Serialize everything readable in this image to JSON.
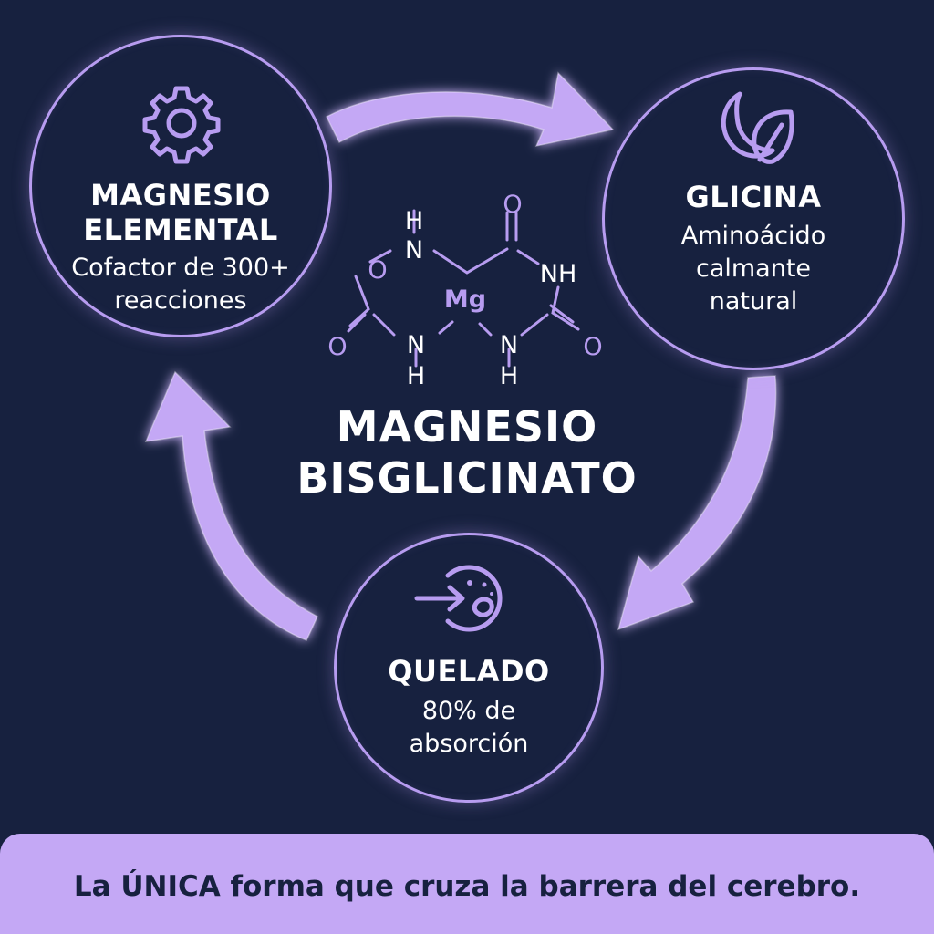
{
  "nodes": {
    "elemental": {
      "title_line1": "MAGNESIO",
      "title_line2": "ELEMENTAL",
      "sub_line1": "Cofactor de 300+",
      "sub_line2": "reacciones",
      "icon": "gear-icon"
    },
    "glicina": {
      "title": "GLICINA",
      "sub_line1": "Aminoácido",
      "sub_line2": "calmante",
      "sub_line3": "natural",
      "icon": "moon-leaf-icon"
    },
    "quelado": {
      "title": "QUELADO",
      "sub_line1": "80% de",
      "sub_line2": "absorción",
      "icon": "absorption-cell-icon"
    }
  },
  "center": {
    "title_line1": "MAGNESIO",
    "title_line2": "BISGLICINATO",
    "molecule": {
      "atom_mg": "Mg",
      "atom_h": "H",
      "atom_n": "N",
      "atom_nh": "NH",
      "atom_o": "O"
    }
  },
  "banner": {
    "text": "La ÚNICA forma que cruza la barrera del cerebro."
  },
  "colors": {
    "background": "#17213f",
    "accent": "#b79cf0",
    "arrow_fill": "#c4a8f5",
    "banner_bg": "#c4a8f5",
    "banner_text": "#17213f"
  }
}
